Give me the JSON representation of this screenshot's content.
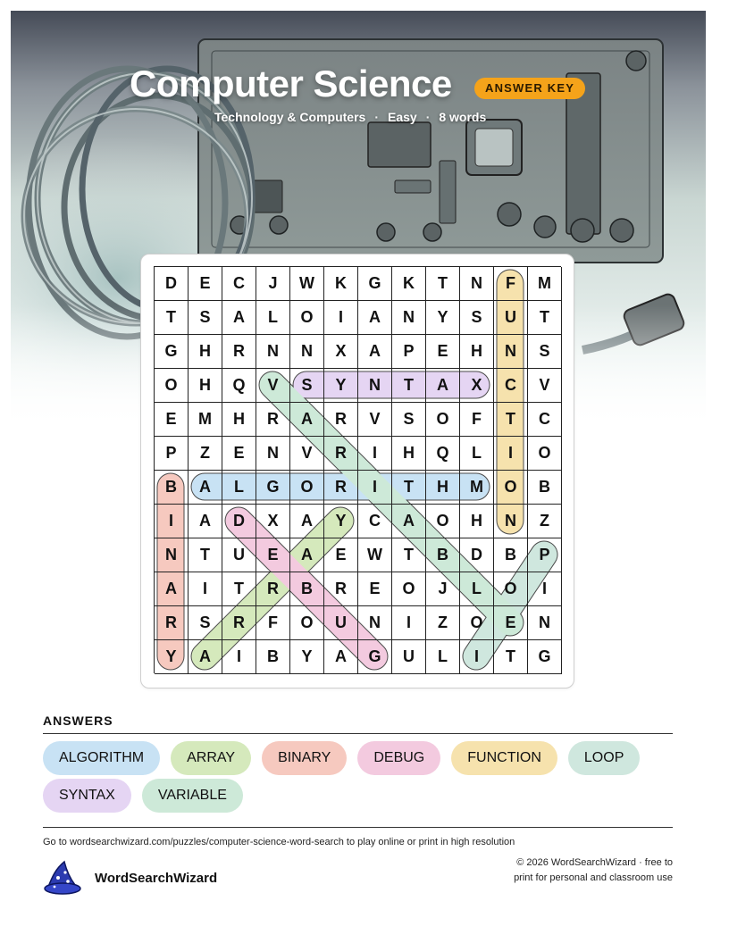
{
  "header": {
    "title": "Computer Science",
    "badge": "ANSWER KEY",
    "category": "Technology & Computers",
    "difficulty": "Easy",
    "word_count": "8 words",
    "separator": "·"
  },
  "grid": {
    "rows": [
      "DECJWKGKTNFM",
      "TSALOIANYSUT",
      "GHRNNXAPEHNS",
      "OHQVSYNTAXCV",
      "EMHRARVSOFTC",
      "PZENVRIHQLIO",
      "BALGORITHMOB",
      "IADXAYCAOHNZ",
      "NTUEAEWTBDBP",
      "AITRBREOJLOI",
      "RSRFOUNIZOEN",
      "YAIBYAGULITG"
    ]
  },
  "found_words": [
    {
      "word": "ALGORITHM",
      "color": "#c8e2f4",
      "start": [
        6,
        1
      ],
      "end": [
        6,
        9
      ]
    },
    {
      "word": "ARRAY",
      "color": "#d5e9bc",
      "start": [
        7,
        5
      ],
      "end": [
        11,
        1
      ]
    },
    {
      "word": "BINARY",
      "color": "#f6c9bf",
      "start": [
        6,
        0
      ],
      "end": [
        11,
        0
      ]
    },
    {
      "word": "DEBUG",
      "color": "#f3cadf",
      "start": [
        7,
        2
      ],
      "end": [
        11,
        6
      ]
    },
    {
      "word": "FUNCTION",
      "color": "#f6e2ad",
      "start": [
        0,
        10
      ],
      "end": [
        7,
        10
      ]
    },
    {
      "word": "LOOP",
      "color": "#cfe7de",
      "start": [
        11,
        9
      ],
      "end": [
        8,
        11
      ]
    },
    {
      "word": "SYNTAX",
      "color": "#e5d5f3",
      "start": [
        3,
        4
      ],
      "end": [
        3,
        9
      ]
    },
    {
      "word": "VARIABLE",
      "color": "#cde9d8",
      "start": [
        3,
        3
      ],
      "end": [
        10,
        10
      ]
    }
  ],
  "answers": {
    "heading": "ANSWERS",
    "items": [
      {
        "label": "ALGORITHM",
        "color": "#c8e2f4"
      },
      {
        "label": "ARRAY",
        "color": "#d5e9bc"
      },
      {
        "label": "BINARY",
        "color": "#f6c9bf"
      },
      {
        "label": "DEBUG",
        "color": "#f3cadf"
      },
      {
        "label": "FUNCTION",
        "color": "#f6e2ad"
      },
      {
        "label": "LOOP",
        "color": "#cfe7de"
      },
      {
        "label": "SYNTAX",
        "color": "#e5d5f3"
      },
      {
        "label": "VARIABLE",
        "color": "#cde9d8"
      }
    ]
  },
  "footer": {
    "link_text": "Go to wordsearchwizard.com/puzzles/computer-science-word-search to play online or print in high resolution",
    "brand": "WordSearchWizard",
    "copyright": "© 2026 WordSearchWizard · free to print for personal and classroom use",
    "logo_icon": "wizard-hat-icon"
  },
  "colors": {
    "badge": "#f5a31a",
    "grid_line": "#222222",
    "hero_dark": "#3d4650",
    "hero_teal": "#8fb3b3"
  }
}
